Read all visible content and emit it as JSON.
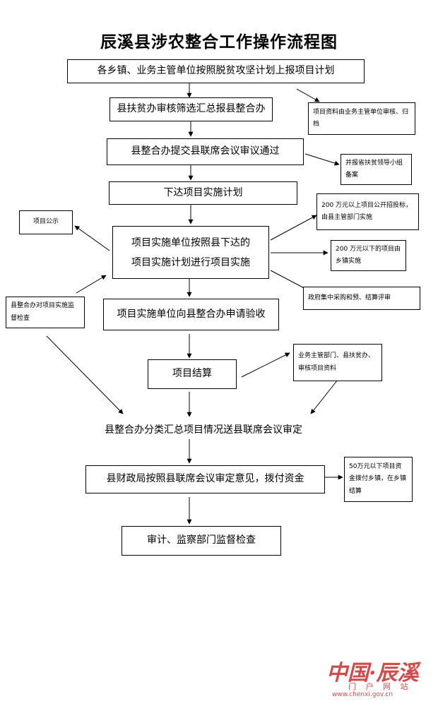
{
  "title": "辰溪县涉农整合工作操作流程图",
  "main": {
    "s1": "各乡镇、业务主管单位按照脱贫攻坚计划上报项目计划",
    "s2": "县扶贫办审核筛选汇总报县整合办",
    "s3": "县整合办提交县联席会议审议通过",
    "s4": "下达项目实施计划",
    "s5a": "项目实施单位按照县下达的",
    "s5b": "项目实施计划进行项目实施",
    "s6": "项目实施单位向县整合办申请验收",
    "s7": "项目结算",
    "s8": "县整合办分类汇总项目情况送县联席会议审定",
    "s9": "县财政局按照县联席会议审定意见，拨付资金",
    "s10": "审计、监察部门监督检查"
  },
  "notes": {
    "n1": "项目资料由业务主管单位审核、归档",
    "n2": "并报省扶贫领导小组备案",
    "n3": "项目公示",
    "n4": "200 万元以上项目公开招投标，由县主管部门实施",
    "n5": "200 万元以下的项目由乡镇实施",
    "n6": "政府集中采购和预、结算评审",
    "n7": "县整合办对项目实施监督检查",
    "n8": "业务主管部门、县扶贫办、审核项目资料",
    "n9": "50万元以下项目资金拨付乡镇，在乡镇结算"
  },
  "watermark": {
    "logo": "中国·辰溪",
    "sub": "门 户 网 站",
    "url": "www.chenxi.gov.cn"
  }
}
